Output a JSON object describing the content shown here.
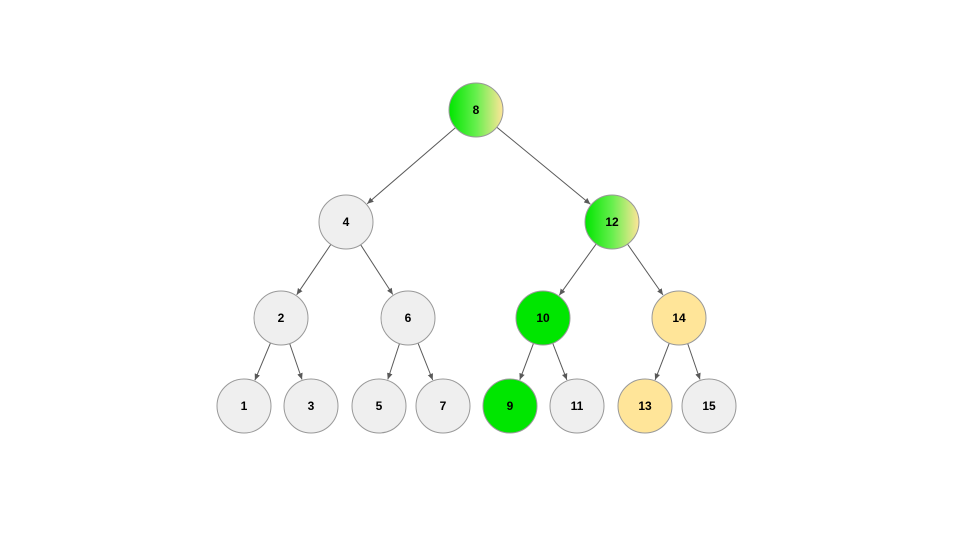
{
  "colors": {
    "default_fill": "#efefef",
    "green_fill": "#00e600",
    "orange_fill": "#ffe599",
    "stroke": "#999999",
    "edge": "#595959"
  },
  "tree": {
    "nodes": [
      {
        "id": "n8",
        "label": "8",
        "state": "split"
      },
      {
        "id": "n4",
        "label": "4",
        "state": "default"
      },
      {
        "id": "n12",
        "label": "12",
        "state": "split"
      },
      {
        "id": "n2",
        "label": "2",
        "state": "default"
      },
      {
        "id": "n6",
        "label": "6",
        "state": "default"
      },
      {
        "id": "n10",
        "label": "10",
        "state": "green"
      },
      {
        "id": "n14",
        "label": "14",
        "state": "orange"
      },
      {
        "id": "n1",
        "label": "1",
        "state": "default"
      },
      {
        "id": "n3",
        "label": "3",
        "state": "default"
      },
      {
        "id": "n5",
        "label": "5",
        "state": "default"
      },
      {
        "id": "n7",
        "label": "7",
        "state": "default"
      },
      {
        "id": "n9",
        "label": "9",
        "state": "green"
      },
      {
        "id": "n11",
        "label": "11",
        "state": "default"
      },
      {
        "id": "n13",
        "label": "13",
        "state": "orange"
      },
      {
        "id": "n15",
        "label": "15",
        "state": "default"
      }
    ],
    "edges": [
      [
        "n8",
        "n4"
      ],
      [
        "n8",
        "n12"
      ],
      [
        "n4",
        "n2"
      ],
      [
        "n4",
        "n6"
      ],
      [
        "n12",
        "n10"
      ],
      [
        "n12",
        "n14"
      ],
      [
        "n2",
        "n1"
      ],
      [
        "n2",
        "n3"
      ],
      [
        "n6",
        "n5"
      ],
      [
        "n6",
        "n7"
      ],
      [
        "n10",
        "n9"
      ],
      [
        "n10",
        "n11"
      ],
      [
        "n14",
        "n13"
      ],
      [
        "n14",
        "n15"
      ]
    ]
  }
}
